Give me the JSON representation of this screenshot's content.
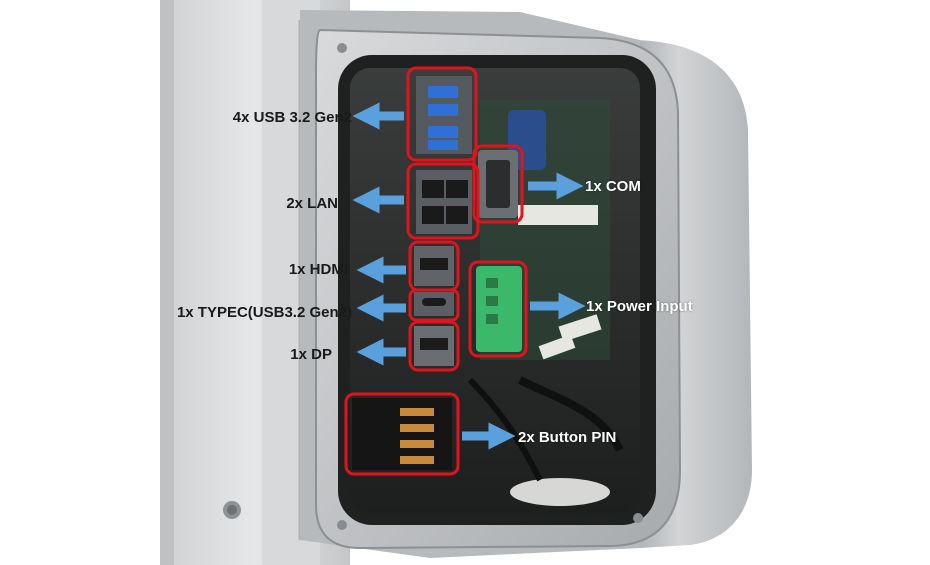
{
  "labels": {
    "usb": "4x USB 3.2 Gen2",
    "lan": "2x LAN",
    "hdmi": "1x HDMI",
    "typec": "1x TYPEC(USB3.2 Gen2)",
    "dp": "1x DP",
    "com": "1x COM",
    "power": "1x Power Input",
    "button": "2x Button PIN"
  },
  "colors": {
    "highlight": "#e0141c",
    "arrow": "#5aa0dc",
    "metal": "#c9cbcd",
    "connector_green": "#3cb86a"
  }
}
